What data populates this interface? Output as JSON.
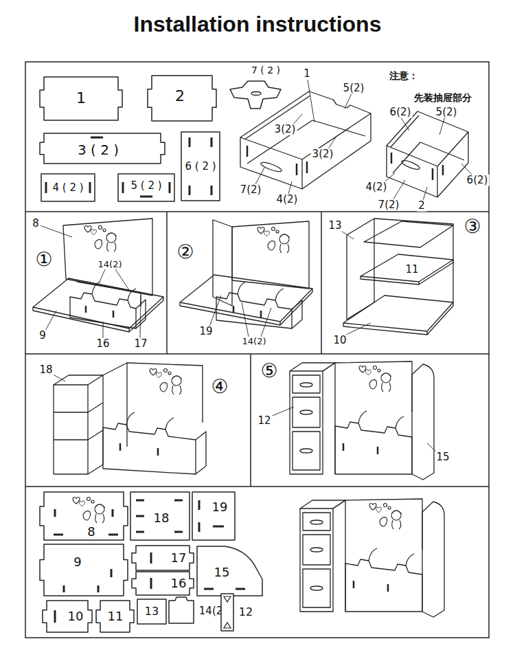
{
  "diagram": {
    "title": "Installation instructions",
    "nodes": [
      {
        "text": [
          "1"
        ]
      },
      {
        "text": [
          "2"
        ]
      },
      {
        "text": [
          "7 ( 2 )"
        ]
      },
      {
        "text": [
          "3 ( 2 )"
        ]
      },
      {
        "text": [
          "4 ( 2 )"
        ]
      },
      {
        "text": [
          "5 ( 2 )"
        ]
      },
      {
        "text": [
          "6 ( 2 )"
        ]
      },
      {
        "text": [
          "8"
        ]
      },
      {
        "text": [
          "18"
        ]
      },
      {
        "text": [
          "19"
        ]
      },
      {
        "text": [
          "9"
        ]
      },
      {
        "text": [
          "17"
        ]
      },
      {
        "text": [
          "16"
        ]
      },
      {
        "text": [
          "15"
        ]
      },
      {
        "text": [
          "10"
        ]
      },
      {
        "text": [
          "11"
        ]
      },
      {
        "text": [
          "13"
        ]
      },
      {
        "text": [
          "14(2)"
        ]
      },
      {
        "text": [
          "12"
        ]
      }
    ],
    "labels": [
      "1",
      "5(2)",
      "3(2)",
      "3(2)",
      "7(2)",
      "4(2)",
      "注意：",
      "先装抽屉部分",
      "6(2)",
      "5(2)",
      "6(2)",
      "4(2)",
      "7(2)",
      "2",
      "①",
      "8",
      "14(2)",
      "9",
      "16",
      "17",
      "②",
      "19",
      "14(2)",
      "③",
      "13",
      "11",
      "10",
      "④",
      "18",
      "⑤",
      "12",
      "15"
    ]
  }
}
